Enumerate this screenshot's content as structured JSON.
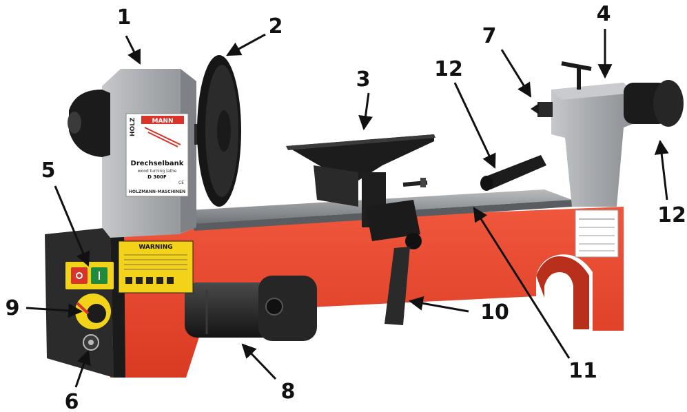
{
  "colors": {
    "bed_red": "#e8442c",
    "casting_grey": "#a3a6aa",
    "metal_dark": "#2a2a2a",
    "warning_yellow": "#f3d21a",
    "switch_red": "#d8342a",
    "switch_green": "#1f8a3c"
  },
  "headstock_plate": {
    "brand_left": "HOLZ",
    "brand_right": "MANN",
    "title": "Drechselbank",
    "subtitle": "wood turning lathe",
    "model": "D 300F",
    "ce": "CE",
    "footer_left": "HOLZMANN-MASCHINEN"
  },
  "warning_label": {
    "title": "WARNING"
  },
  "callouts": [
    {
      "id": "1",
      "label": "1"
    },
    {
      "id": "2",
      "label": "2"
    },
    {
      "id": "3",
      "label": "3"
    },
    {
      "id": "4",
      "label": "4"
    },
    {
      "id": "5",
      "label": "5"
    },
    {
      "id": "6",
      "label": "6"
    },
    {
      "id": "7",
      "label": "7"
    },
    {
      "id": "8",
      "label": "8"
    },
    {
      "id": "9",
      "label": "9"
    },
    {
      "id": "10",
      "label": "10"
    },
    {
      "id": "11",
      "label": "11"
    },
    {
      "id": "12a",
      "label": "12"
    },
    {
      "id": "12b",
      "label": "12"
    }
  ]
}
